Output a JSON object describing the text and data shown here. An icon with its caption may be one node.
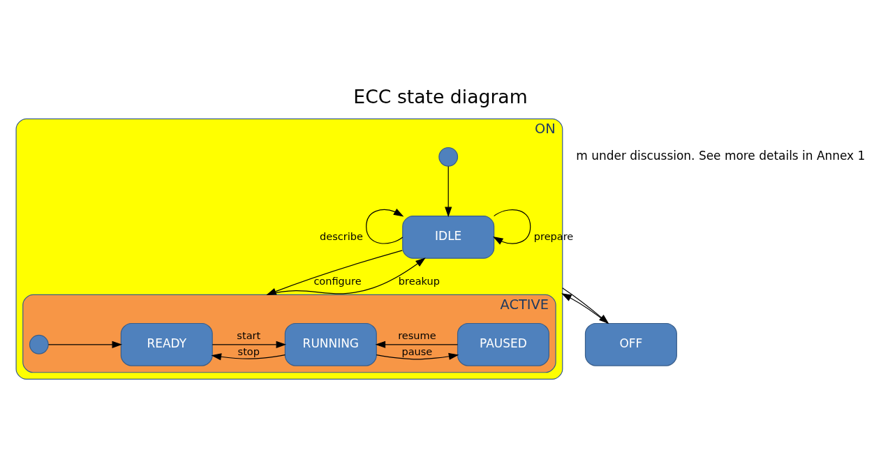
{
  "diagram": {
    "title": "ECC state diagram",
    "nodes": [
      {
        "text": [
          "OFF"
        ]
      },
      {
        "text": [
          "ON"
        ]
      },
      {
        "text": [],
        "shape": "circle",
        "in": 1
      },
      {
        "text": [
          "IDLE"
        ],
        "in": 1
      },
      {
        "text": [
          "ACTIVE"
        ],
        "in": 1
      },
      {
        "text": [],
        "shape": "circle",
        "in": 4
      },
      {
        "text": [
          "READY"
        ],
        "in": 4
      },
      {
        "text": [
          "RUNNING"
        ],
        "in": 4
      },
      {
        "text": [
          "PAUSED"
        ],
        "in": 4
      }
    ],
    "edges": [
      {
        "from": 0,
        "to": 1,
        "arrow": "to"
      },
      {
        "from": 1,
        "to": 0,
        "arrow": "to"
      },
      {
        "from": 2,
        "to": 3,
        "arrow": "to"
      },
      {
        "from": 3,
        "to": 3,
        "arrow": "to",
        "label": "describe"
      },
      {
        "from": 3,
        "to": 3,
        "arrow": "to",
        "label": "prepare"
      },
      {
        "from": 3,
        "to": 4,
        "arrow": "to",
        "label": "configure"
      },
      {
        "from": 4,
        "to": 3,
        "arrow": "to",
        "label": "breakup"
      },
      {
        "from": 5,
        "to": 6,
        "arrow": "to"
      },
      {
        "from": 6,
        "to": 7,
        "arrow": "to",
        "label": "start"
      },
      {
        "from": 7,
        "to": 8,
        "arrow": "to",
        "label": "pause"
      },
      {
        "from": 7,
        "to": 6,
        "arrow": "to",
        "label": "stop"
      },
      {
        "from": 8,
        "to": 7,
        "arrow": "to",
        "label": "resume"
      }
    ],
    "labels": [
      "m under discussion. See more details in Annex 1"
    ]
  }
}
